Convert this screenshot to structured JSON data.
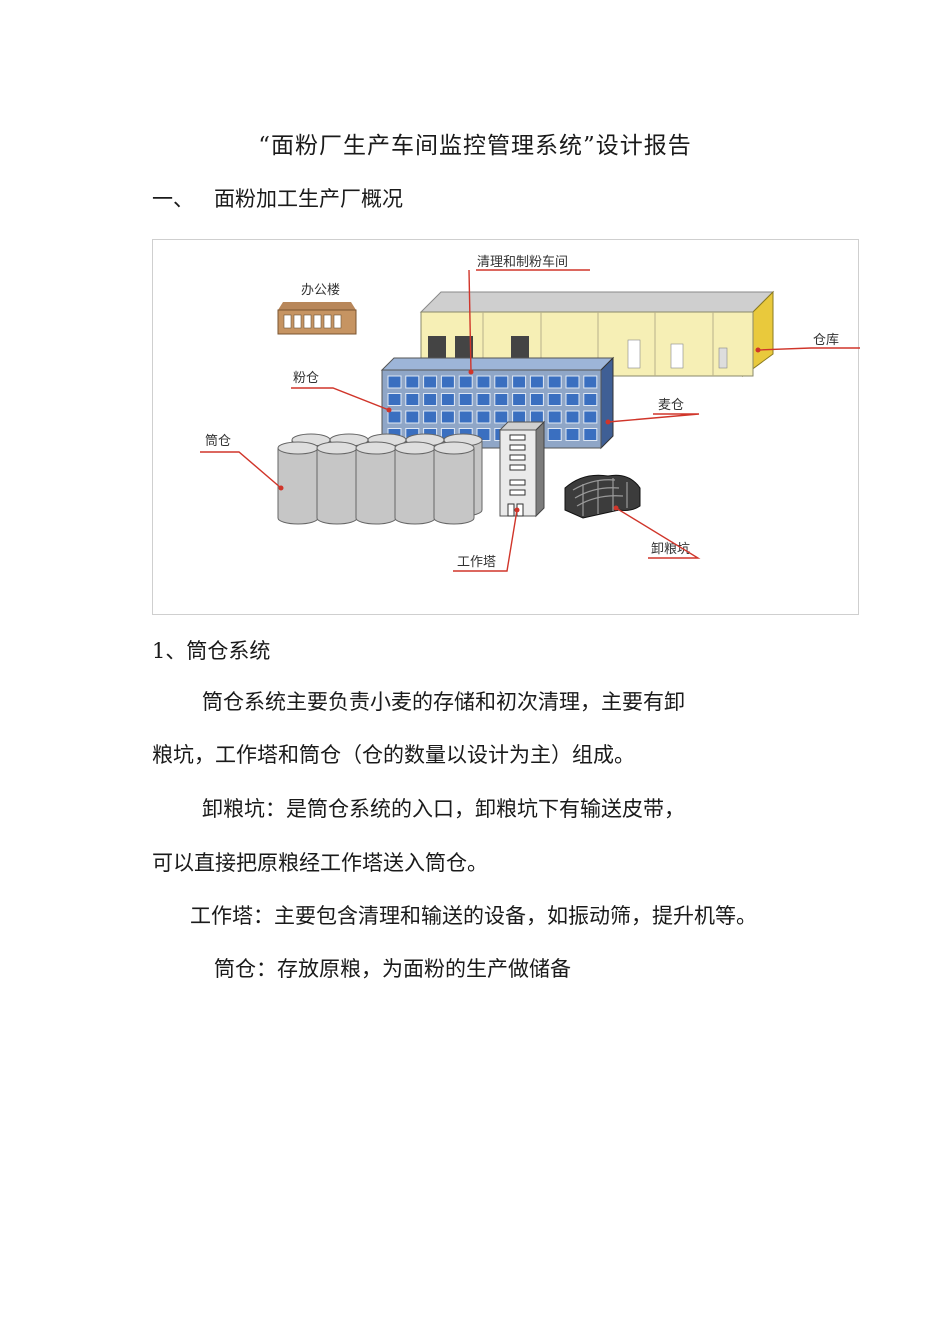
{
  "document": {
    "title": "“面粉厂生产车间监控管理系统”设计报告",
    "section1": {
      "number": "一、",
      "heading": "面粉加工生产厂概况"
    },
    "figure": {
      "labels": {
        "office": "办公楼",
        "workshop": "清理和制粉车间",
        "warehouse": "仓库",
        "flour_bin": "粉仓",
        "wheat_bin": "麦仓",
        "silo": "筒仓",
        "work_tower": "工作塔",
        "unload_pit": "卸粮坑"
      },
      "colors": {
        "callout_line": "#d0352a",
        "workshop_wall": "#f6efb5",
        "bin_blue": "#6f95c8",
        "silo_gray": "#c9c9c9"
      }
    },
    "subsection1": {
      "heading": "1、筒仓系统"
    },
    "paragraphs": [
      "筒仓系统主要负责小麦的存储和初次清理，主要有卸",
      "粮坑，工作塔和筒仓（仓的数量以设计为主）组成。",
      "卸粮坑：是筒仓系统的入口，卸粮坑下有输送皮带，",
      "可以直接把原粮经工作塔送入筒仓。",
      "工作塔：主要包含清理和输送的设备，如振动筛，提升机等。",
      "筒仓：存放原粮，为面粉的生产做储备"
    ]
  }
}
